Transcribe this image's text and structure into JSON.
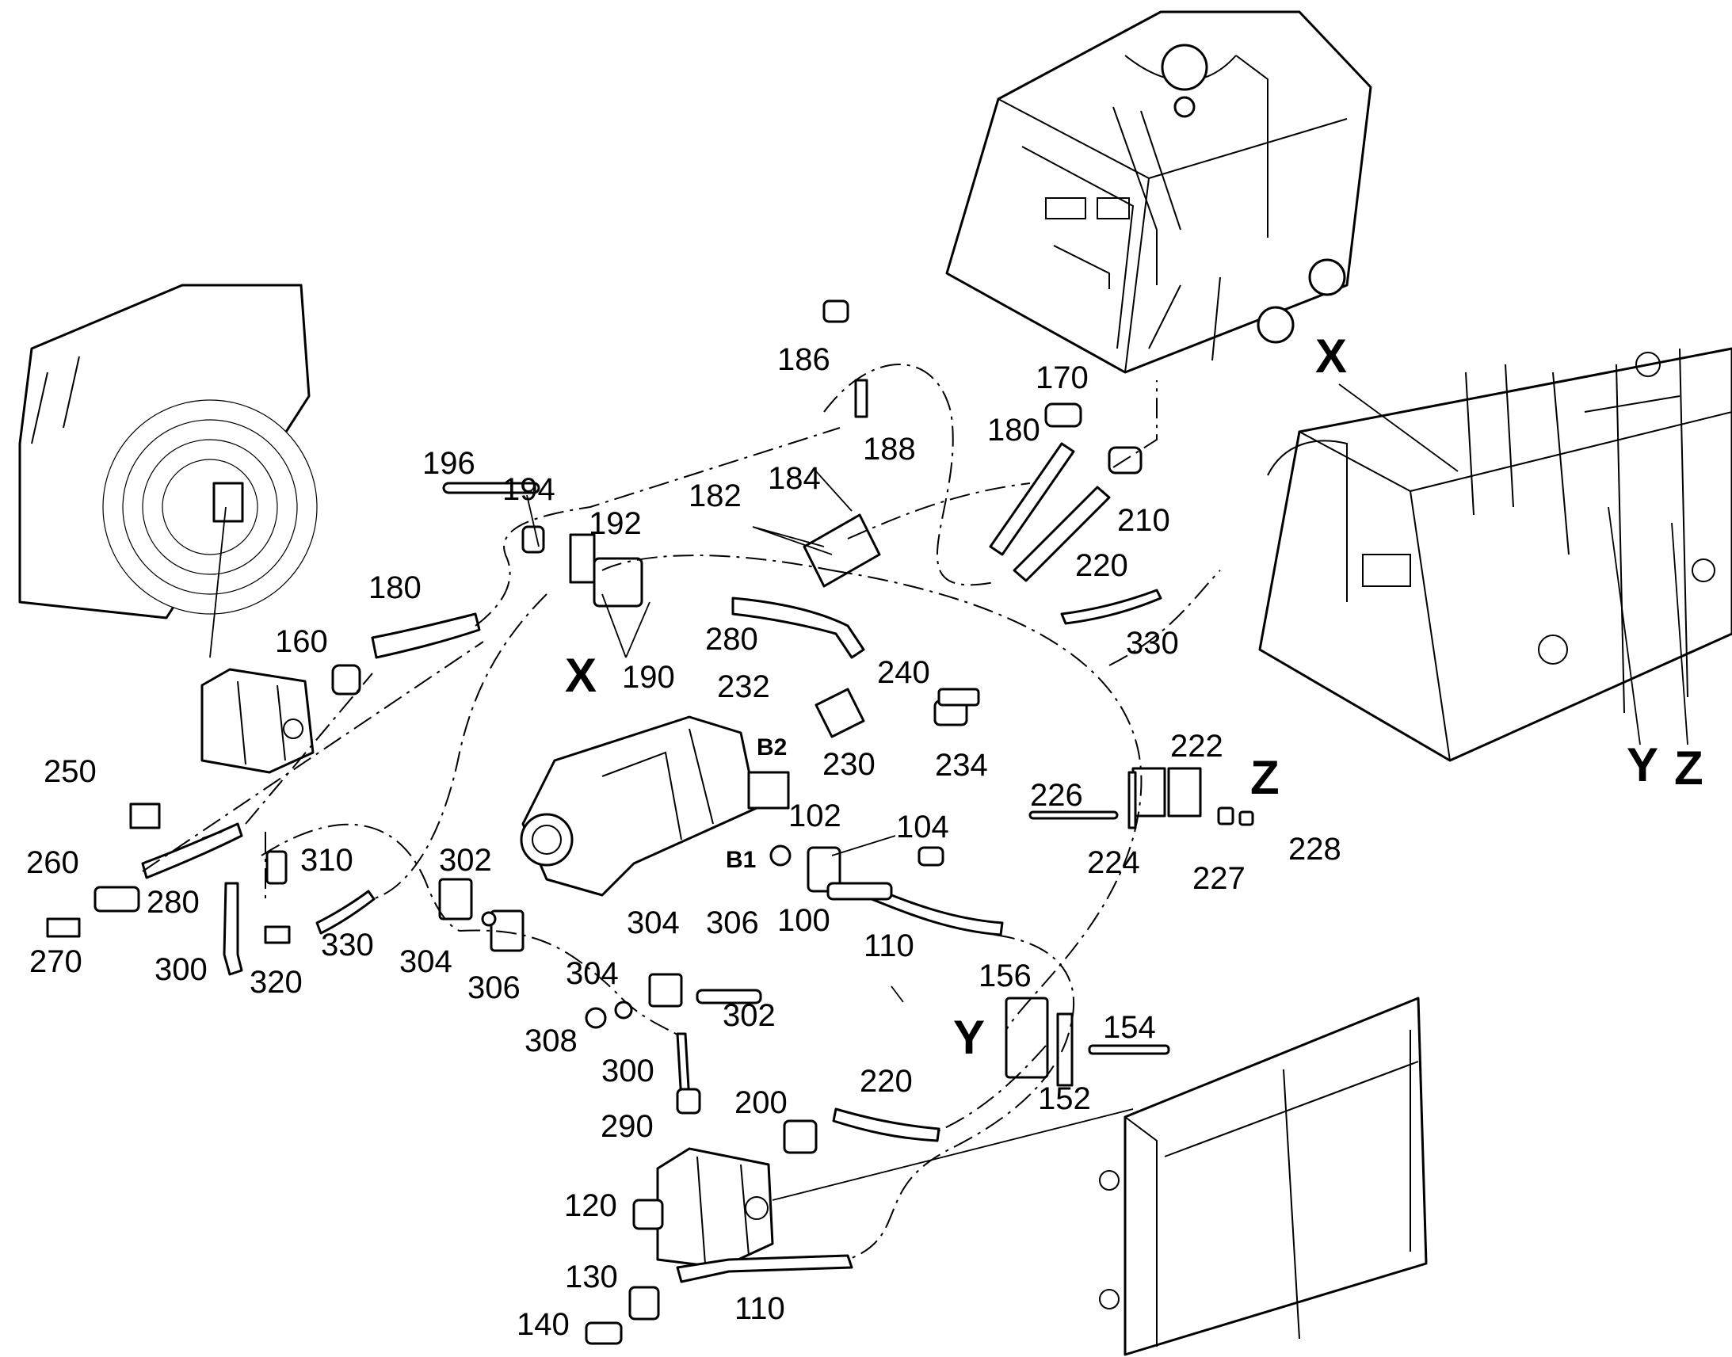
{
  "callouts": [
    "186",
    "188",
    "170",
    "180",
    "196",
    "194",
    "192",
    "182",
    "184",
    "210",
    "220",
    "330",
    "180",
    "160",
    "280",
    "240",
    "190",
    "232",
    "230",
    "234",
    "250",
    "222",
    "226",
    "260",
    "310",
    "302",
    "102",
    "104",
    "280",
    "224",
    "227",
    "228",
    "270",
    "300",
    "320",
    "330",
    "304",
    "306",
    "304",
    "306",
    "100",
    "110",
    "304",
    "302",
    "156",
    "154",
    "308",
    "300",
    "220",
    "200",
    "152",
    "290",
    "120",
    "130",
    "110",
    "140"
  ],
  "tags": [
    "X",
    "X",
    "Z",
    "Y",
    "Y",
    "Z"
  ],
  "ports": [
    "B2",
    "B1"
  ]
}
